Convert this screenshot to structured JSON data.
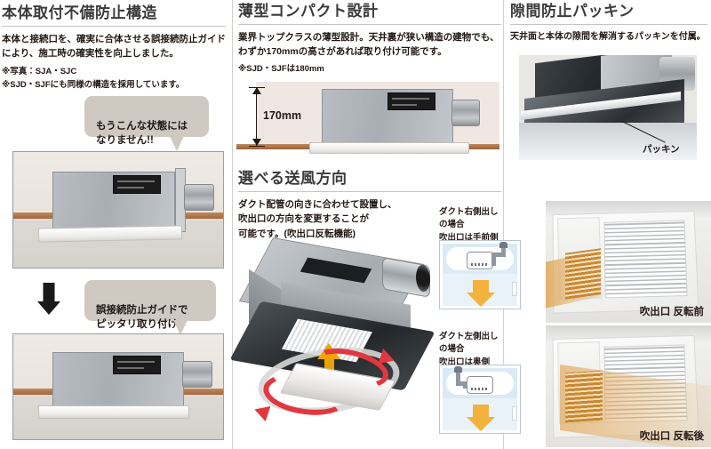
{
  "sections": {
    "left": {
      "title": "本体取付不備防止構造",
      "body": "本体と接続口を、確実に合体させる誤接続防止ガイド\nにより、施工時の確実性を向上しました。",
      "note1": "※写真：SJA・SJC",
      "note2": "※SJD・SJFにも同様の構造を採用しています。",
      "balloon_top": "もうこんな状態には\nなりません!!",
      "balloon_bottom": "誤接続防止ガイドで\nピッタリ取り付け",
      "photo_top_name": "本体取付 不備状態 写真",
      "photo_bottom_name": "本体取付 正常状態 写真"
    },
    "middle_top": {
      "title": "薄型コンパクト設計",
      "body": "業界トップクラスの薄型設計。天井裏が狭い構造の建物でも、\nわずか170mmの高さがあれば取り付け可能です。",
      "note1": "※SJD・SJFは180mm",
      "dimension": "170mm"
    },
    "middle_bottom": {
      "title": "選べる送風方向",
      "body": "ダクト配管の向きに合わせて設置し、\n吹出口の方向を変更することが\n可能です。(吹出口反転機能)",
      "diagram_right": {
        "caption": "ダクト右側出しの場合\n吹出口は手前側"
      },
      "diagram_left": {
        "caption": "ダクト左側出しの場合\n吹出口は奥側"
      }
    },
    "right": {
      "title": "隙間防止パッキン",
      "body": "天井面と本体の隙間を解消するパッキンを付属。",
      "callout_label": "パッキン",
      "grille_before_caption": "吹出口 反転前",
      "grille_after_caption": "吹出口 反転後"
    }
  },
  "colors": {
    "heading": "#3b3b3b",
    "rule": "#c8c4c0",
    "balloon_bg": "#cfc9c2",
    "arrow_orange": "#f0a400",
    "arrow_red": "#e2373f",
    "diagram_blue": "#dbeaf5",
    "wood_band": "#a3673c",
    "text": "#231815"
  }
}
